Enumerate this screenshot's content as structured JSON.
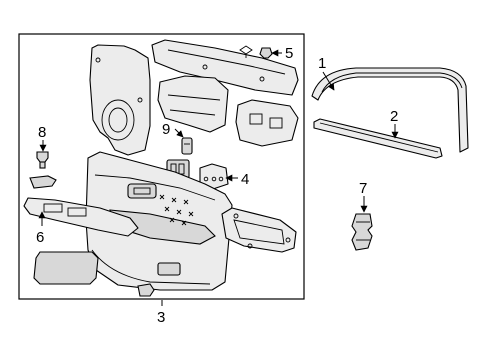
{
  "callouts": {
    "c1": "1",
    "c2": "2",
    "c3": "3",
    "c4": "4",
    "c5": "5",
    "c6": "6",
    "c7": "7",
    "c8": "8",
    "c9": "9"
  },
  "colors": {
    "line": "#000000",
    "part_fill": "#ececec",
    "background": "#ffffff"
  }
}
